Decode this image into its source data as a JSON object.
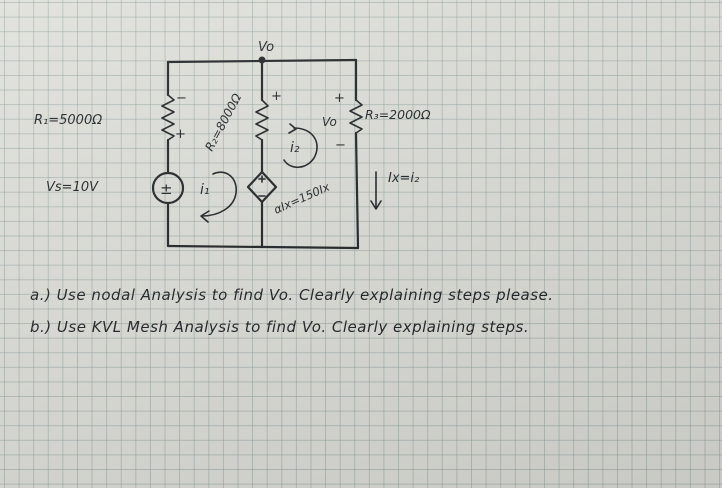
{
  "circuit": {
    "node_label": "Vo",
    "r1": "R₁=5000Ω",
    "r2": "R₂=8000Ω",
    "r3": "R₃=2000Ω",
    "vs": "Vs=10V",
    "source_sign": "±",
    "i1": "i₁",
    "i2": "i₂",
    "dependent_source": "αIx=150Ix",
    "vo_label": "Vo",
    "ix_relation": "Ix=i₂",
    "plus": "+",
    "minus": "−"
  },
  "questions": {
    "a": "a.) Use nodal Analysis to find Vo. Clearly explaining steps please.",
    "b": "b.) Use KVL Mesh Analysis to find Vo. Clearly explaining steps."
  },
  "colors": {
    "paper": "#dfe0da",
    "grid": "#96a5a0",
    "ink": "#202326"
  }
}
